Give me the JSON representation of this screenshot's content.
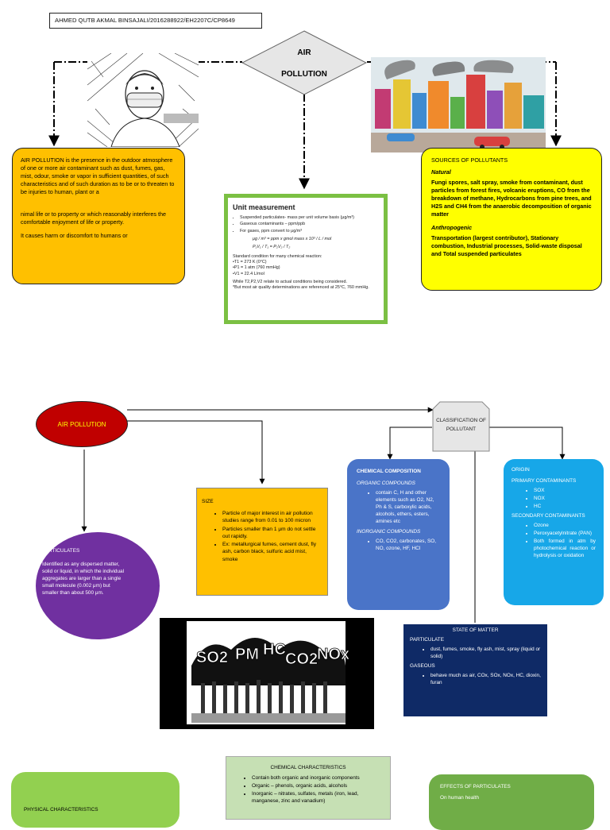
{
  "author": "AHMED QUTB AKMAL BINSAJALI/2016288922/EH2207C/CP8649",
  "top_diamond": {
    "line1": "AIR",
    "line2": "POLLUTION"
  },
  "definition": {
    "p1": "AIR POLLUTION is the presence in the outdoor atmosphere of one or more air contaminant such as dust, fumes, gas, mist, odour, smoke or vapor in sufficient quantities, of such characteristics and of such duration as to be or to threaten to be injuries to human, plant or a",
    "p2": "nimal life or to property or which reasonably interferes the comfortable enjoyment of life or property.",
    "p3": "It causes harm or discomfort to humans or"
  },
  "sources": {
    "title": "SOURCES OF POLLUTANTS",
    "natural_label": "Natural",
    "natural_text": "Fungi spores, salt spray, smoke from contaminant, dust particles from forest fires, volcanic eruptions, CO from the breakdown of methane, Hydrocarbons from pine trees, and H2S and CH4 from the anaerobic decomposition of organic matter",
    "anthro_label": "Anthropogenic",
    "anthro_text": "Transportation (largest contributor), Stationary combustion, Industrial processes, Solid-waste disposal and Total suspended particulates"
  },
  "unit": {
    "title": "Unit measurement",
    "bullets": [
      "Suspended particulates- mass per unit volume basis (μg/m³)",
      "Gaseous contaminants – ppm/ppb",
      "For gases, ppm convert to μg/m³"
    ],
    "formula1_lhs": "μg / m³",
    "formula1_rhs": "= ppm x gmol mass x 10³ / L / mol",
    "formula2": "P₁V₁ / T₁ = P₂V₂ / T₂",
    "cond_title": "Standard condition for many chemical reaction:",
    "cond1": "•T1 = 273 K (0°C)",
    "cond2": "•P1 = 1 atm (760 mmHg)",
    "cond3": "•V1 = 22.4 L/mol",
    "note1": "While T2,P2,V2 relate to actual conditions being considered.",
    "note2": "*But most air quality determinations are referenced at 25°C, 760 mmHg."
  },
  "ellipse": {
    "label": "AIR POLLUTION"
  },
  "classification": {
    "label": "CLASSIFICATION OF POLLUTANT"
  },
  "size": {
    "title": "SIZE",
    "items": [
      "Particle of major interest in air pollution studies range from 0.01 to 100 micron",
      "Particles smaller than 1 μm do not settle out rapidly.",
      "Ex: metallurgical fumes, cement dust, fly ash, carbon black, sulfuric acid mist, smoke"
    ]
  },
  "chemical": {
    "title": "CHEMICAL COMPOSITION",
    "organic_label": "ORGANIC COMPOUNDS",
    "organic_item": "contain C, H and other elements such as O2, N2, Ph & S, carboxylic acids, alcohols, ethers, esters, amines etc",
    "inorganic_label": "INORGANIC COMPOUNDS",
    "inorganic_item": "CO, CO2, carbonates, SO, NO, ozone, HF, HCl"
  },
  "origin": {
    "title": "ORIGIN",
    "primary_label": "PRIMARY CONTAMINANTS",
    "primary": [
      "SOX",
      "NOX",
      "HC"
    ],
    "secondary_label": "SECONDARY CONTAMINANTS",
    "secondary": [
      "Ozone",
      "Peroxyacetylnitrate (PAN)",
      "Both formed in atm by photochemical reaction or hydrolysis or oxidation"
    ]
  },
  "particulates": {
    "title": "PARTICULATES",
    "text": "Identified as any dispersed matter, solid or liquid, in which the individual aggregates are larger than a single small molecule (0.002 μm) but smaller than about 500 μm."
  },
  "smoke_image": {
    "labels": [
      "SO2",
      "PM",
      "HC",
      "CO2",
      "NOx"
    ]
  },
  "state": {
    "title": "STATE OF MATTER",
    "particulate_label": "PARTICULATE",
    "particulate_item": "dust, fumes, smoke, fly ash, mist, spray (liquid or solid)",
    "gaseous_label": "GASEOUS",
    "gaseous_item": "behave much as air, COx, SOx, NOx, HC, dioxin, furan"
  },
  "physical": {
    "title": "PHYSICAL CHARACTERISTICS"
  },
  "chem_char": {
    "title": "CHEMICAL CHARACTERISTICS",
    "items": [
      "Contain both organic and inorganic components",
      "Organic – phenols, organic acids, alcohols",
      "Inorganic – nitrates, sulfates, metals (iron, lead, manganese, zinc and vanadium)"
    ]
  },
  "effects": {
    "title": "EFFECTS OF PARTICULATES",
    "sub": "On human health"
  }
}
